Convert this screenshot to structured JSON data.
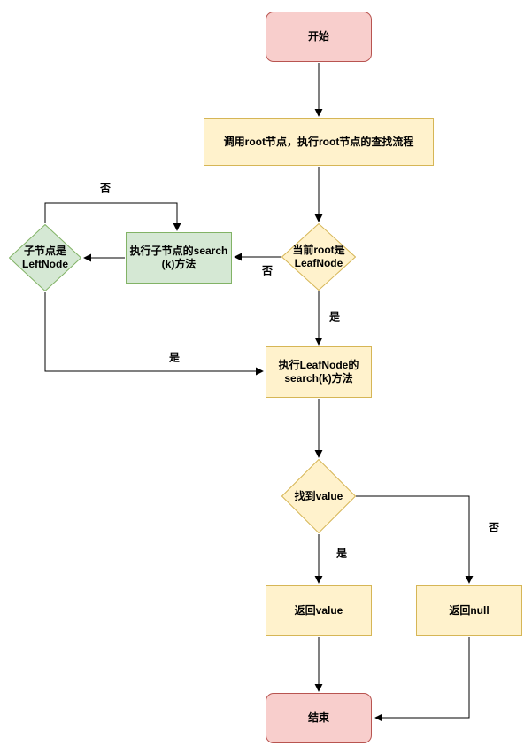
{
  "diagram": {
    "type": "flowchart",
    "nodes": {
      "start": {
        "label": "开始",
        "shape": "rounded-rect",
        "fill": "#f8cecc",
        "stroke": "#b85450"
      },
      "call_root": {
        "label": "调用root节点，执行root节点的查找流程",
        "shape": "rect",
        "fill": "#fff2cc",
        "stroke": "#d6b656"
      },
      "is_root_leafnode": {
        "label": "当前root是\nLeafNode",
        "shape": "diamond",
        "fill": "#fff2cc",
        "stroke": "#d6b656"
      },
      "child_search": {
        "label": "执行子节点的search\n(k)方法",
        "shape": "rect",
        "fill": "#d5e8d4",
        "stroke": "#82b366"
      },
      "is_child_leftnode": {
        "label": "子节点是\nLeftNode",
        "shape": "diamond",
        "fill": "#d5e8d4",
        "stroke": "#82b366"
      },
      "leaf_search": {
        "label": "执行LeafNode的\nsearch(k)方法",
        "shape": "rect",
        "fill": "#fff2cc",
        "stroke": "#d6b656"
      },
      "found_value": {
        "label": "找到value",
        "shape": "diamond",
        "fill": "#fff2cc",
        "stroke": "#d6b656"
      },
      "return_value": {
        "label": "返回value",
        "shape": "rect",
        "fill": "#fff2cc",
        "stroke": "#d6b656"
      },
      "return_null": {
        "label": "返回null",
        "shape": "rect",
        "fill": "#fff2cc",
        "stroke": "#d6b656"
      },
      "end": {
        "label": "结束",
        "shape": "rounded-rect",
        "fill": "#f8cecc",
        "stroke": "#b85450"
      }
    },
    "edges": [
      {
        "from": "start",
        "to": "call_root",
        "label": ""
      },
      {
        "from": "call_root",
        "to": "is_root_leafnode",
        "label": ""
      },
      {
        "from": "is_root_leafnode",
        "to": "child_search",
        "label": "否"
      },
      {
        "from": "child_search",
        "to": "is_child_leftnode",
        "label": ""
      },
      {
        "from": "is_child_leftnode",
        "to": "child_search",
        "label": "否"
      },
      {
        "from": "is_child_leftnode",
        "to": "leaf_search",
        "label": "是"
      },
      {
        "from": "is_root_leafnode",
        "to": "leaf_search",
        "label": "是"
      },
      {
        "from": "leaf_search",
        "to": "found_value",
        "label": ""
      },
      {
        "from": "found_value",
        "to": "return_value",
        "label": "是"
      },
      {
        "from": "found_value",
        "to": "return_null",
        "label": "否"
      },
      {
        "from": "return_value",
        "to": "end",
        "label": ""
      },
      {
        "from": "return_null",
        "to": "end",
        "label": ""
      }
    ],
    "colors": {
      "terminal_fill": "#f8cecc",
      "terminal_stroke": "#b85450",
      "process_fill": "#fff2cc",
      "process_stroke": "#d6b656",
      "alt_fill": "#d5e8d4",
      "alt_stroke": "#82b366",
      "line": "#000000",
      "background": "#ffffff"
    }
  }
}
